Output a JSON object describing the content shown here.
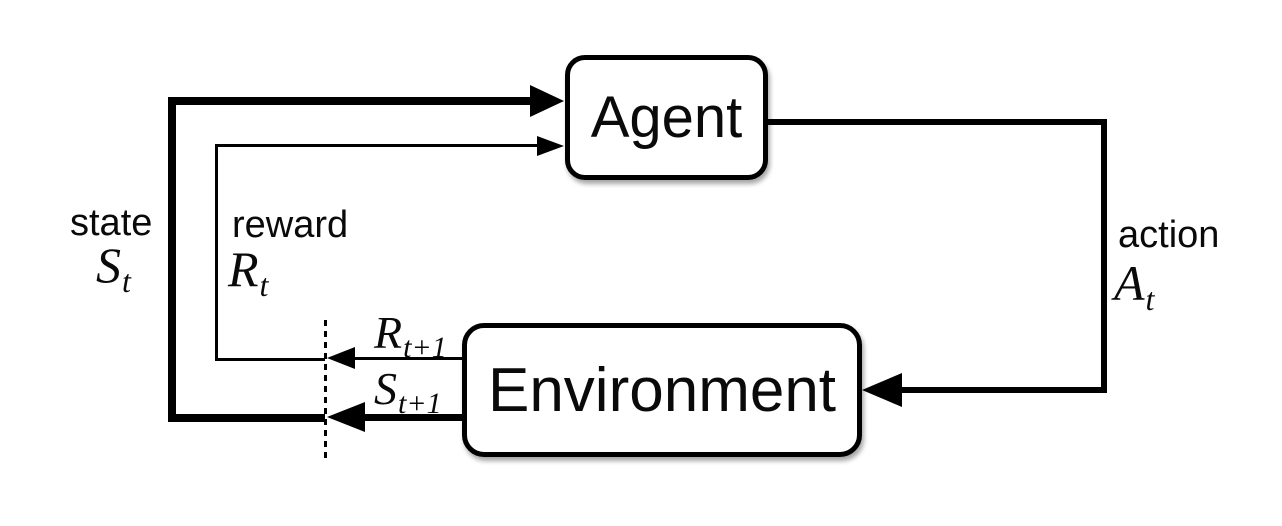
{
  "diagram": {
    "nodes": {
      "agent": {
        "label": "Agent"
      },
      "environment": {
        "label": "Environment"
      }
    },
    "edges": {
      "state": {
        "word": "state",
        "symbol": "S",
        "subscript": "t"
      },
      "reward": {
        "word": "reward",
        "symbol": "R",
        "subscript": "t"
      },
      "action": {
        "word": "action",
        "symbol": "A",
        "subscript": "t"
      },
      "next_reward": {
        "symbol": "R",
        "subscript": "t+1"
      },
      "next_state": {
        "symbol": "S",
        "subscript": "t+1"
      }
    },
    "colors": {
      "line": "#000000",
      "box_fill": "#ffffff",
      "background": "#ffffff",
      "text": "#0a0a0a"
    }
  }
}
